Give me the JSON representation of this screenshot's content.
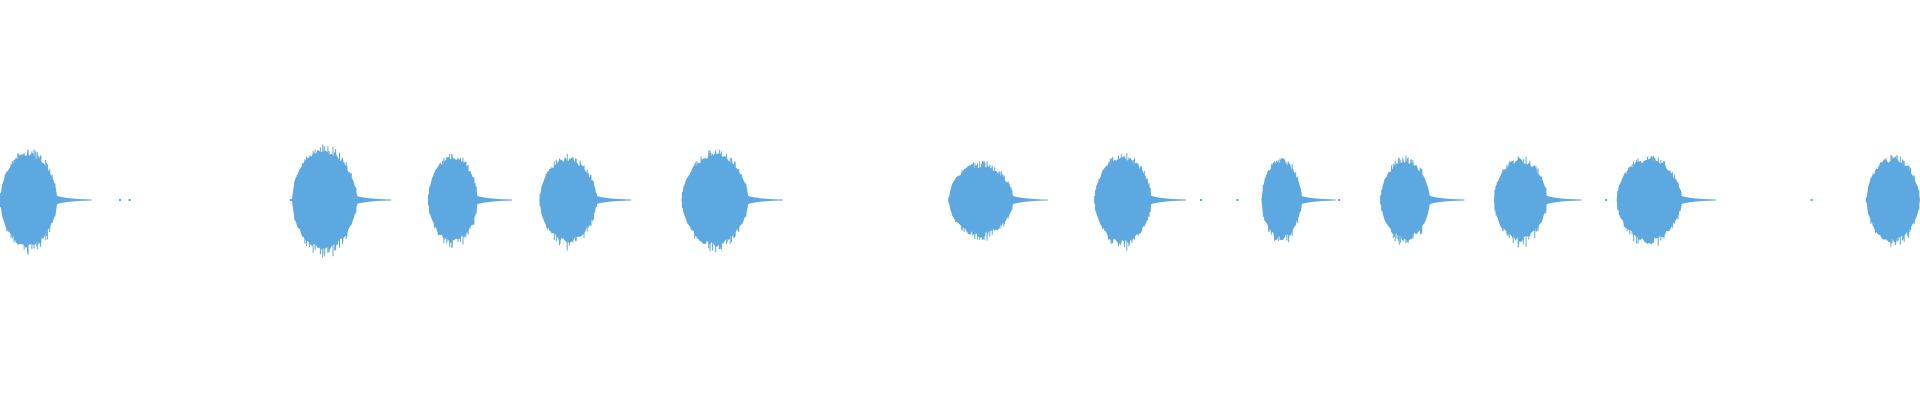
{
  "waveform": {
    "color": "#5DA8E0",
    "background": "#ffffff",
    "bursts": [
      {
        "start": 0.0,
        "end": 0.03,
        "amplitude": 0.66
      },
      {
        "start": 0.152,
        "end": 0.186,
        "amplitude": 0.7
      },
      {
        "start": 0.223,
        "end": 0.249,
        "amplitude": 0.6
      },
      {
        "start": 0.281,
        "end": 0.311,
        "amplitude": 0.58
      },
      {
        "start": 0.355,
        "end": 0.39,
        "amplitude": 0.64
      },
      {
        "start": 0.494,
        "end": 0.528,
        "amplitude": 0.5
      },
      {
        "start": 0.57,
        "end": 0.6,
        "amplitude": 0.6
      },
      {
        "start": 0.657,
        "end": 0.678,
        "amplitude": 0.56
      },
      {
        "start": 0.719,
        "end": 0.745,
        "amplitude": 0.56
      },
      {
        "start": 0.778,
        "end": 0.806,
        "amplitude": 0.56
      },
      {
        "start": 0.842,
        "end": 0.876,
        "amplitude": 0.58
      },
      {
        "start": 0.972,
        "end": 1.0,
        "amplitude": 0.58
      }
    ],
    "specks": [
      0.062,
      0.067,
      0.151,
      0.625,
      0.644,
      0.697,
      0.836,
      0.943
    ]
  }
}
